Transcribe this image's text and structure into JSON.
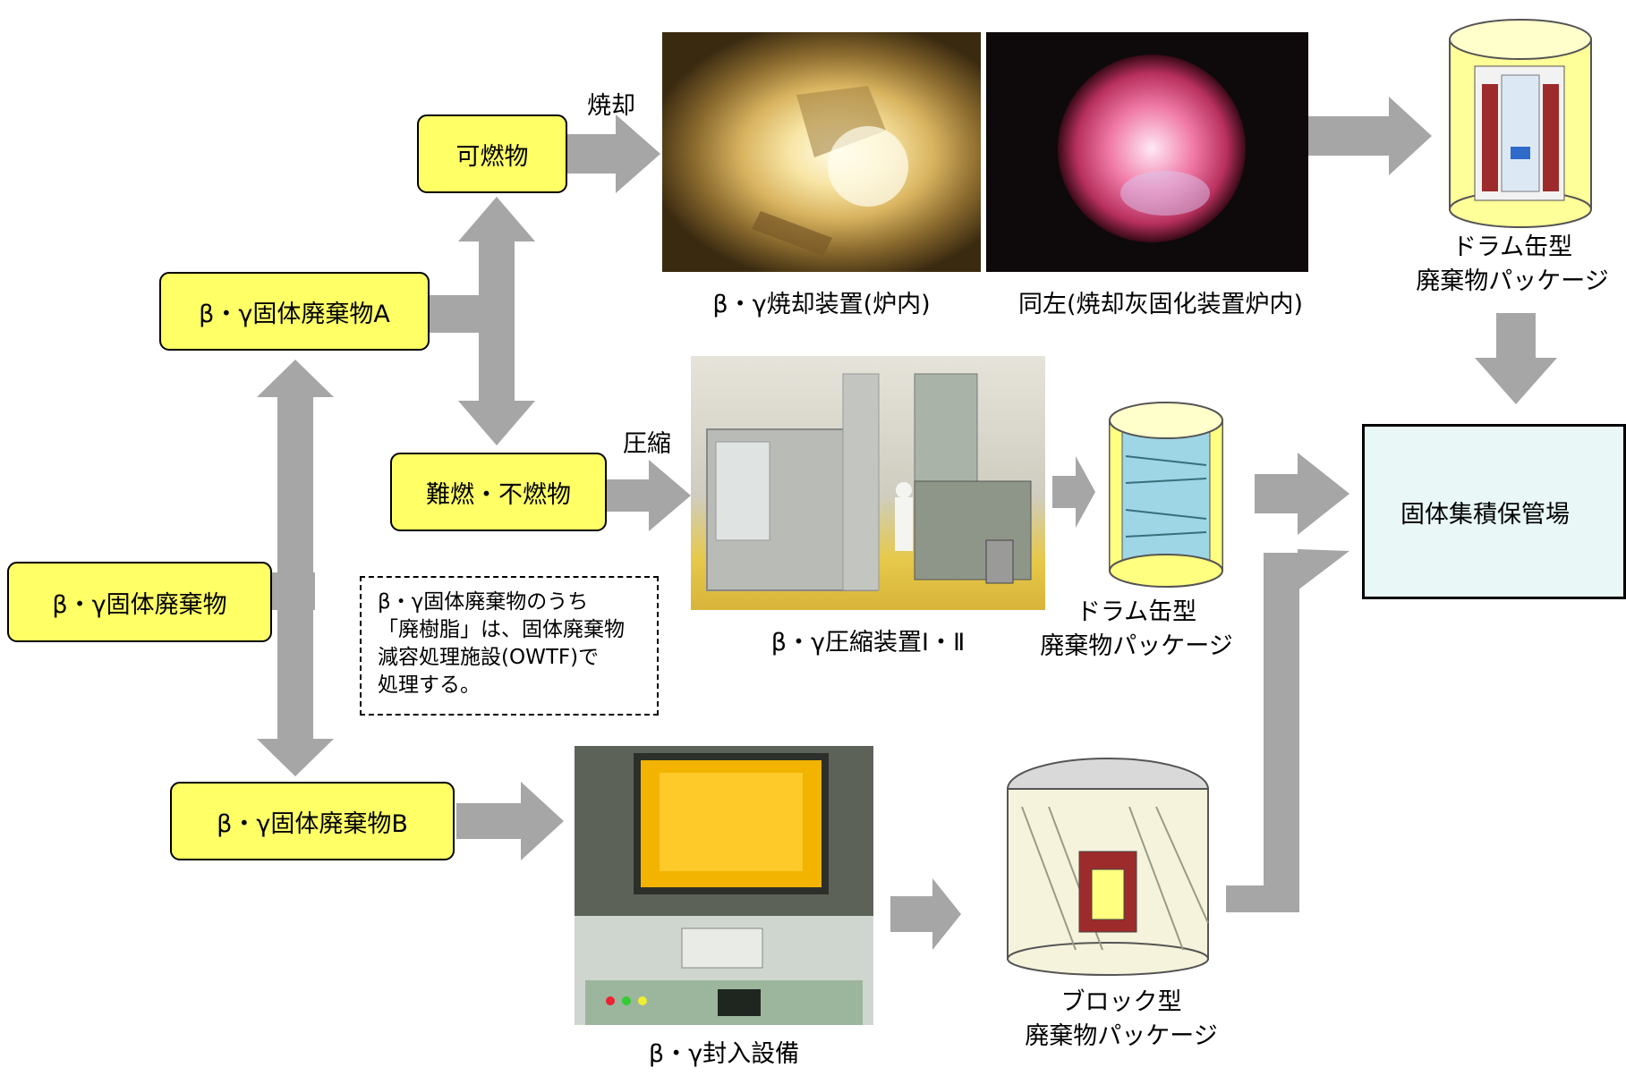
{
  "nodes": {
    "waste_root": "β・γ固体廃棄物",
    "waste_a": "β・γ固体廃棄物A",
    "waste_b": "β・γ固体廃棄物B",
    "combustible": "可燃物",
    "noncombustible": "難燃・不燃物",
    "storage": "固体集積保管場"
  },
  "labels": {
    "incineration": "焼却",
    "compression": "圧縮"
  },
  "captions": {
    "incinerator": "β・γ焼却装置(炉内)",
    "ash_furnace": "同左(焼却灰固化装置炉内)",
    "compressor": "β・γ圧縮装置Ⅰ・Ⅱ",
    "sealing": "β・γ封入設備",
    "drum_top_line1": "ドラム缶型",
    "drum_top_line2": "廃棄物パッケージ",
    "drum_mid_line1": "ドラム缶型",
    "drum_mid_line2": "廃棄物パッケージ",
    "block_line1": "ブロック型",
    "block_line2": "廃棄物パッケージ"
  },
  "note": {
    "line1": "β・γ固体廃棄物のうち",
    "line2": "「廃樹脂」は、固体廃棄物",
    "line3": "減容処理施設(OWTF)で",
    "line4": "処理する。"
  },
  "colors": {
    "box_fill": "#ffff66",
    "arrow": "#a6a6a6",
    "storage_fill": "#e9f7f7"
  }
}
